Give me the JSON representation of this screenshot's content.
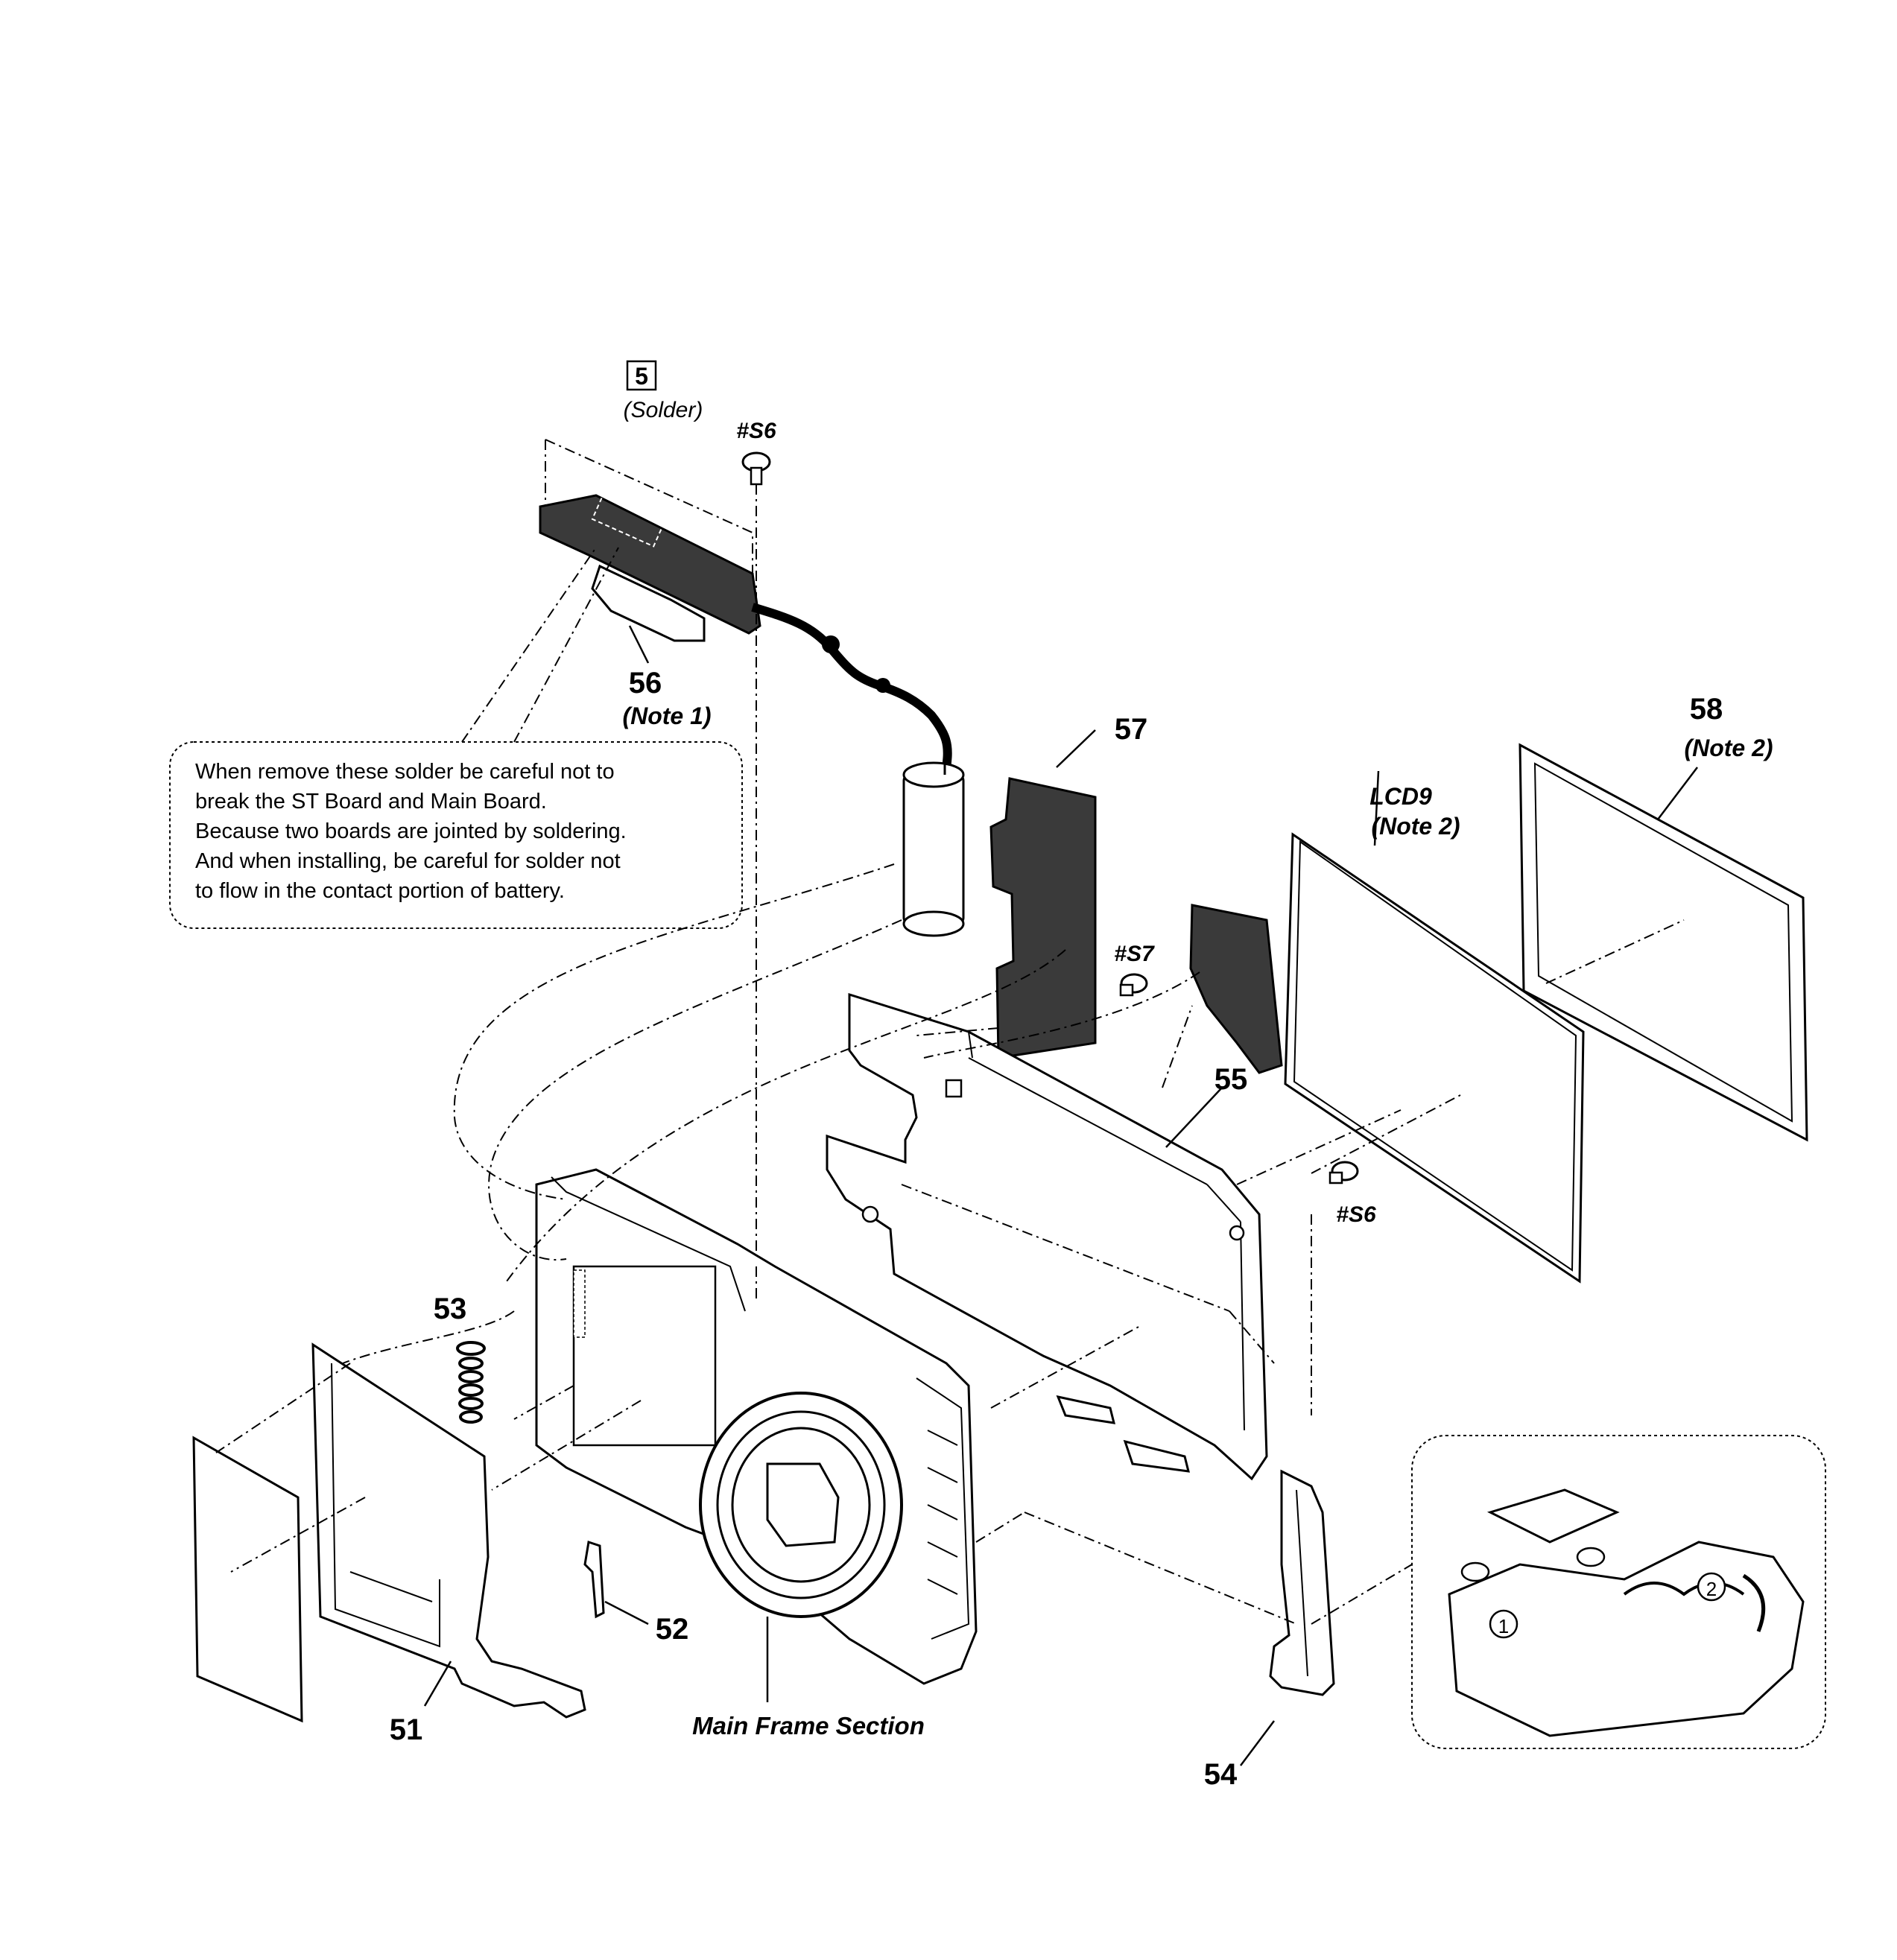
{
  "ref_box": {
    "number": "5",
    "label": "(Solder)"
  },
  "screws": {
    "s6_top": "#S6",
    "s7": "#S7",
    "s6_right": "#S6"
  },
  "parts": {
    "p51": "51",
    "p52": "52",
    "p53": "53",
    "p54": "54",
    "p55": "55",
    "p56": "56",
    "p56_note": "(Note 1)",
    "p57": "57",
    "p58": "58",
    "p58_note": "(Note 2)",
    "lcd": "LCD9",
    "lcd_note": "(Note 2)"
  },
  "caution_note": {
    "lines": [
      "When remove these solder be careful not to",
      "break the ST Board and Main Board.",
      "Because two boards are jointed by soldering.",
      "And when installing, be careful for solder not",
      "to flow in the contact portion of battery."
    ]
  },
  "main_frame_caption": "Main Frame Section",
  "inset_steps": {
    "step1": "1",
    "step2": "2"
  }
}
